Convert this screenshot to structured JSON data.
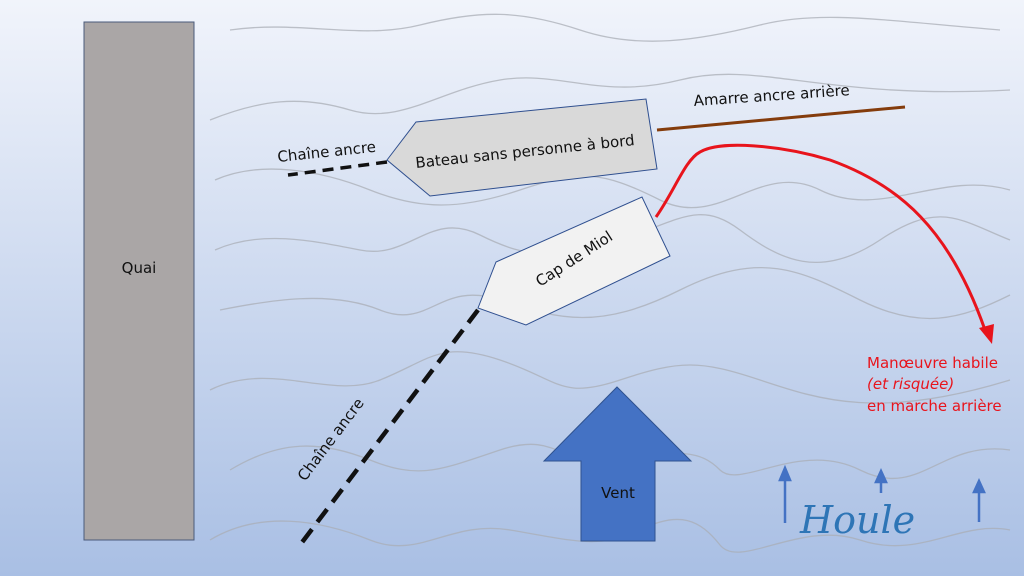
{
  "quai": {
    "label": "Quai",
    "color": "#aaa6a6"
  },
  "boat_unmanned": {
    "label": "Bateau sans personne à bord",
    "color": "#d9d9d9"
  },
  "boat_cap": {
    "label": "Cap de Miol",
    "color": "#f2f2f2"
  },
  "chain_top": {
    "label": "Chaîne ancre"
  },
  "chain_bottom": {
    "label": "Chaîne ancre"
  },
  "stern_line": {
    "label": "Amarre ancre arrière",
    "color": "#843c0c"
  },
  "maneuver": {
    "line1": "Manœuvre habile",
    "line2": "(et risquée)",
    "line3": "en marche arrière",
    "color": "#e8141c"
  },
  "wind": {
    "label": "Vent",
    "color": "#4472c4"
  },
  "swell": {
    "label": "Houle",
    "color": "#2e75b6"
  }
}
